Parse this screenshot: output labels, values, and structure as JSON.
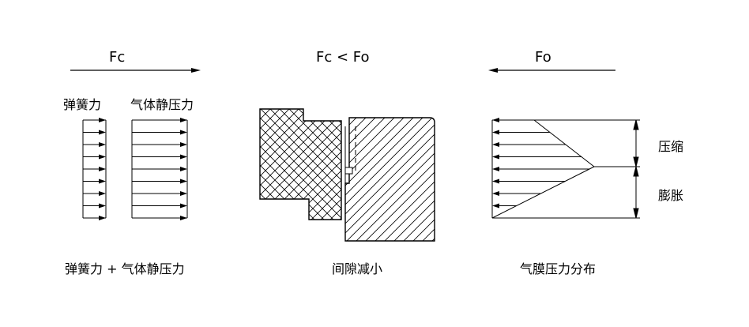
{
  "left": {
    "force_label": "Fc",
    "label_spring": "弹簧力",
    "label_gas_static": "气体静压力",
    "caption": "弹簧力 + 气体静压力"
  },
  "middle": {
    "force_compare": "Fc < Fo",
    "caption": "间隙减小"
  },
  "right": {
    "force_label": "Fo",
    "label_compress": "压缩",
    "label_expand": "膨胀",
    "caption": "气膜压力分布"
  }
}
